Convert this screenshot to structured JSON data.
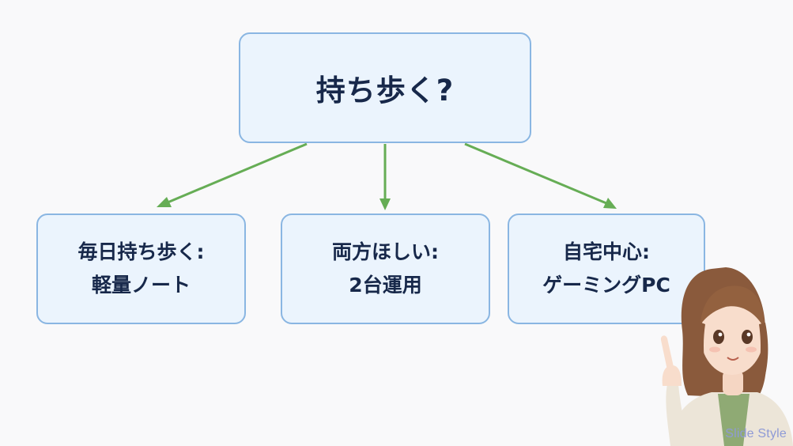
{
  "colors": {
    "background": "#f9f9fa",
    "node_fill": "#ebf4fd",
    "node_border": "#8ab6e2",
    "node_text": "#17284a",
    "arrow": "#66ad55",
    "watermark": "#8e9ad6"
  },
  "root": {
    "label": "持ち歩く?"
  },
  "children": [
    {
      "line1": "毎日持ち歩く:",
      "line2": "軽量ノート"
    },
    {
      "line1": "両方ほしい:",
      "line2": "2台運用"
    },
    {
      "line1": "自宅中心:",
      "line2": "ゲーミングPC"
    }
  ],
  "presenter": {
    "icon": "pointing-woman-illustration"
  },
  "watermark": "Slide Style"
}
